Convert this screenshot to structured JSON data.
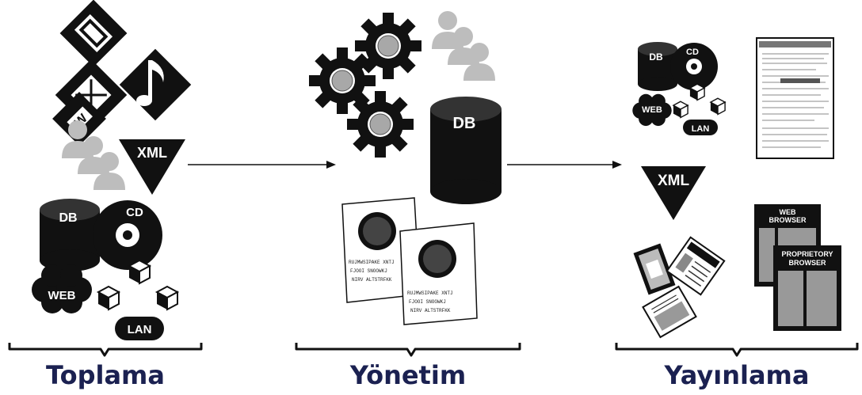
{
  "colors": {
    "label": "#1b2151",
    "ink": "#111111",
    "gear": "#a8a8a8",
    "person": "#b9b9b9"
  },
  "stages": [
    {
      "label": "Toplama"
    },
    {
      "label": "Yönetim"
    },
    {
      "label": "Yayınlama"
    }
  ],
  "icons": {
    "db": "DB",
    "cd": "CD",
    "web": "WEB",
    "lan": "LAN",
    "xml": "XML",
    "web_browser": [
      "WEB",
      "BROWSER"
    ],
    "proprietory_browser": [
      "PROPRIETORY",
      "BROWSER"
    ]
  },
  "doc_text": [
    "RUJMWSIPAKE XNTJ",
    "FJOOI SNOOWKJ",
    "NIRV ALTSTRFKK"
  ]
}
